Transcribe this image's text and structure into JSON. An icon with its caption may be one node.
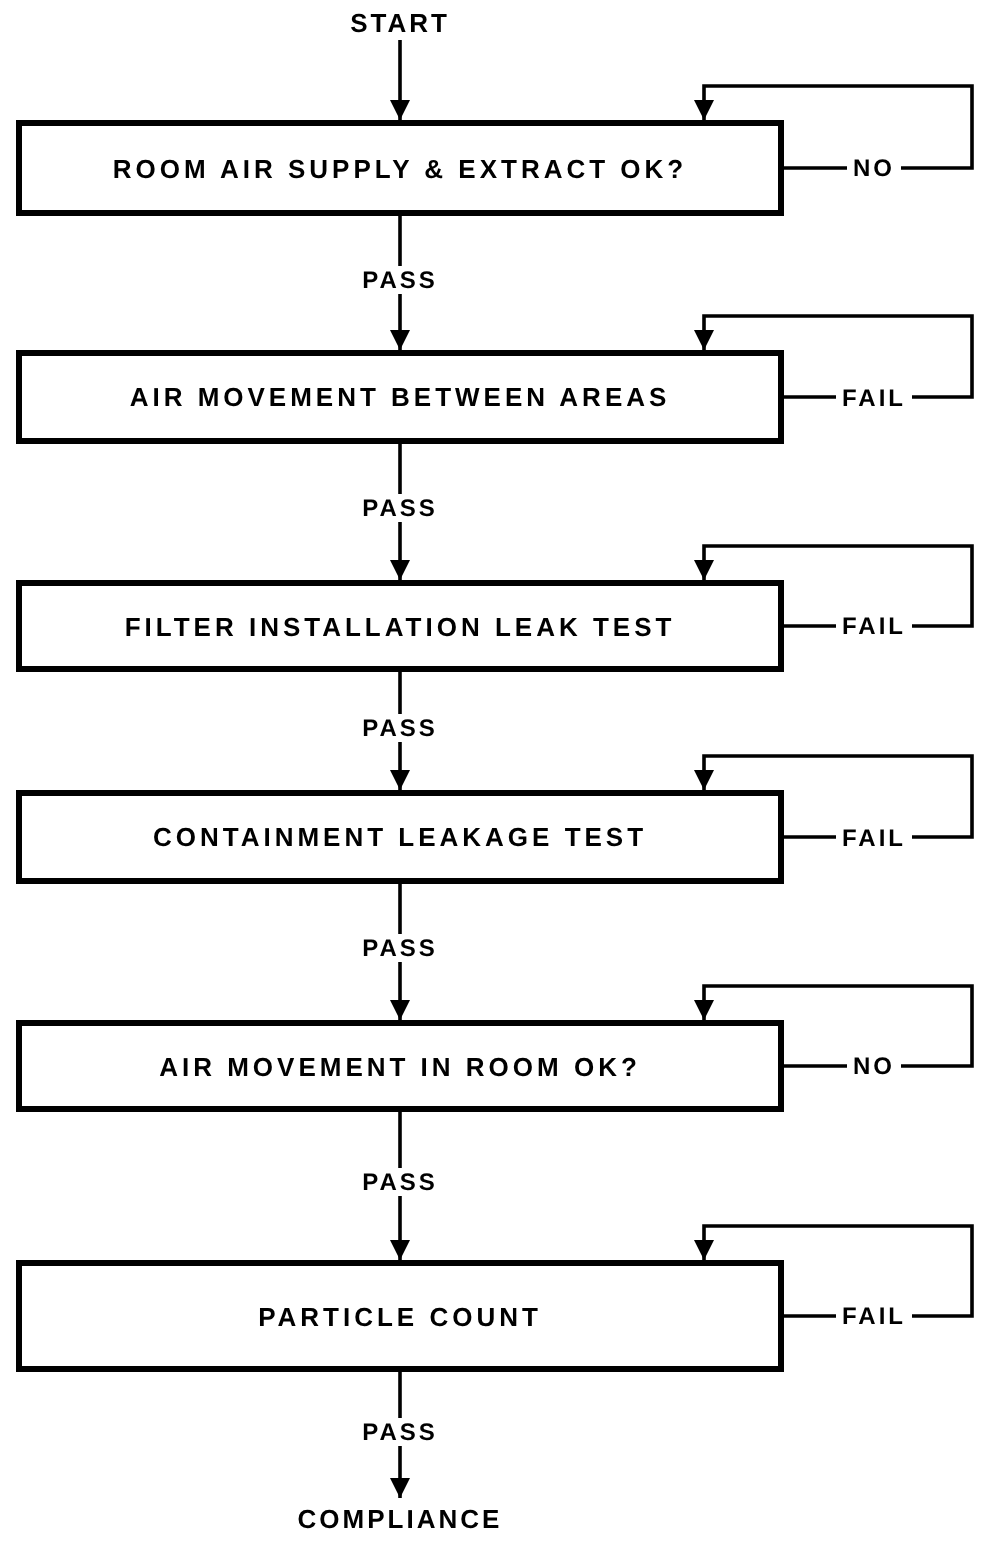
{
  "diagram": {
    "nodes": [
      {
        "text": [
          "START"
        ]
      },
      {
        "text": [
          "ROOM AIR SUPPLY & EXTRACT OK?"
        ]
      },
      {
        "text": [
          "AIR MOVEMENT BETWEEN AREAS"
        ]
      },
      {
        "text": [
          "FILTER INSTALLATION LEAK TEST"
        ]
      },
      {
        "text": [
          "CONTAINMENT LEAKAGE TEST"
        ]
      },
      {
        "text": [
          "AIR MOVEMENT IN ROOM OK?"
        ]
      },
      {
        "text": [
          "PARTICLE COUNT"
        ]
      },
      {
        "text": [
          "COMPLIANCE"
        ]
      }
    ],
    "edges": [
      {
        "from": 0,
        "to": 1,
        "arrow": "to"
      },
      {
        "from": 1,
        "to": 1,
        "arrow": "to",
        "label": "NO"
      },
      {
        "from": 1,
        "to": 2,
        "arrow": "to",
        "label": "PASS"
      },
      {
        "from": 2,
        "to": 2,
        "arrow": "to",
        "label": "FAIL"
      },
      {
        "from": 2,
        "to": 3,
        "arrow": "to",
        "label": "PASS"
      },
      {
        "from": 3,
        "to": 3,
        "arrow": "to",
        "label": "FAIL"
      },
      {
        "from": 3,
        "to": 4,
        "arrow": "to",
        "label": "PASS"
      },
      {
        "from": 4,
        "to": 4,
        "arrow": "to",
        "label": "FAIL"
      },
      {
        "from": 4,
        "to": 5,
        "arrow": "to",
        "label": "PASS"
      },
      {
        "from": 5,
        "to": 5,
        "arrow": "to",
        "label": "NO"
      },
      {
        "from": 5,
        "to": 6,
        "arrow": "to",
        "label": "PASS"
      },
      {
        "from": 6,
        "to": 6,
        "arrow": "to",
        "label": "FAIL"
      },
      {
        "from": 6,
        "to": 7,
        "arrow": "to",
        "label": "PASS"
      }
    ]
  }
}
